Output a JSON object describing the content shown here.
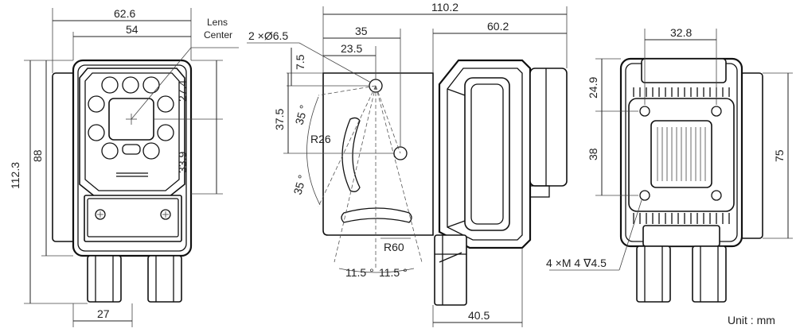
{
  "front_view": {
    "width_overall": "62.6",
    "width_body": "54",
    "lens_center_label_line1": "Lens",
    "lens_center_label_line2": "Center",
    "height_overall": "112.3",
    "height_body": "88",
    "lens_to_top": "27.4",
    "lens_to_bottom": "33.9",
    "connector_spacing": "27"
  },
  "side_view": {
    "overall_length": "110.2",
    "hole_callout": "2 ×Ø6.5",
    "bracket_hole_x": "35",
    "bracket_hole_x2": "23.5",
    "bracket_hole_y": "7.5",
    "bracket_hole_y2": "37.5",
    "angle_top": "35 °",
    "angle_bottom": "35 °",
    "radius_small": "R26",
    "radius_large": "R60",
    "angle_low_left": "11.5 °",
    "angle_low_right": "11.5 °",
    "body_length": "60.2",
    "connector_length": "40.5"
  },
  "back_view": {
    "hole_spacing_x": "32.8",
    "hole_spacing_y1": "24.9",
    "hole_spacing_y2": "38",
    "height": "75",
    "thread_callout": "4 ×M 4 ∇4.5"
  },
  "unit_label": "Unit : mm"
}
